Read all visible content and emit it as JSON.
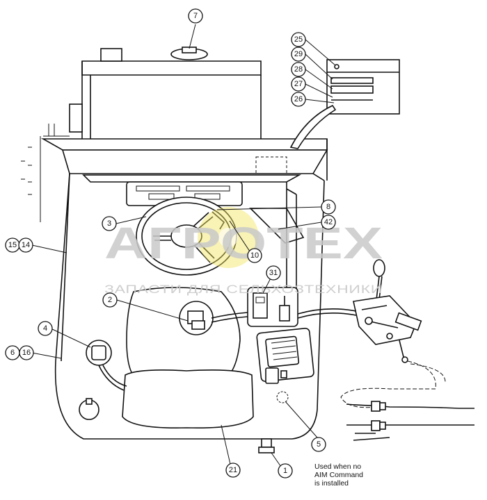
{
  "callouts": {
    "c7": "7",
    "c25": "25",
    "c29": "29",
    "c28": "28",
    "c27": "27",
    "c26": "26",
    "c8": "8",
    "c42": "42",
    "c3": "3",
    "c10": "10",
    "c15": "15",
    "c14": "14",
    "c31": "31",
    "c2": "2",
    "c4": "4",
    "c6": "6",
    "c16": "16",
    "c5": "5",
    "c21": "21",
    "c1": "1"
  },
  "note": {
    "line1": "Used when no",
    "line2": "AIM Command",
    "line3": "is installed"
  },
  "watermark": {
    "title": "АГРОТЕХ",
    "subtitle": "ЗАПАСТИ ДЛЯ СЕЛЬХОЗТЕХНИКИ"
  },
  "colors": {
    "line": "#111111",
    "watermark": "#c9c9c9",
    "watermark_gear": "#f2e45c"
  }
}
